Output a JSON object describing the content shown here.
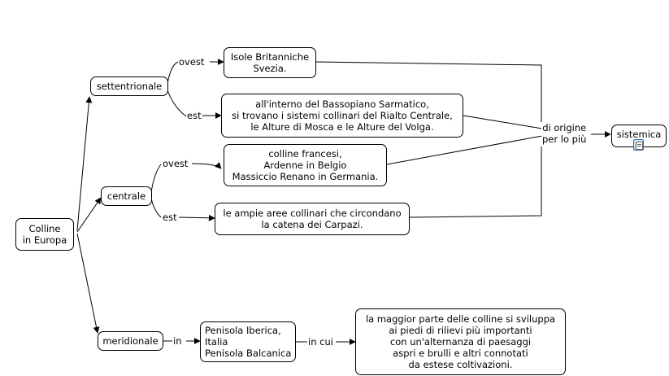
{
  "nodes": {
    "colline": "Colline\nin Europa",
    "settentrionale": "settentrionale",
    "centrale": "centrale",
    "meridionale": "meridionale",
    "isole": "Isole Britanniche\nSvezia.",
    "bassopiano": "all'interno del Bassopiano Sarmatico,\nsi trovano i sistemi collinari del Rialto Centrale,\nle Alture di Mosca e le Alture del Volga.",
    "francesi": "colline francesi,\nArdenne in Belgio\nMassiccio Renano in Germania.",
    "carpazi": "le ampie aree collinari che circondano\nla catena dei Carpazi.",
    "penisola": "Penisola Iberica,\nItalia\nPenisola Balcanica",
    "maggior_parte": "la maggior parte delle colline si sviluppa\nai piedi di rilievi più importanti\ncon un'alternanza di paesaggi\naspri e brulli e altri connotati\nda estese coltivazioni.",
    "sistemica": "sistemica"
  },
  "links": {
    "ovest_1": "ovest",
    "est_1": "est",
    "ovest_2": "ovest",
    "est_2": "est",
    "in": "in",
    "in_cui": "in cui",
    "di_origine": "di origine\nper lo più"
  },
  "resource_icon": "document-icon",
  "colors": {
    "line": "#000000",
    "node_border": "#000000",
    "background": "#ffffff"
  }
}
